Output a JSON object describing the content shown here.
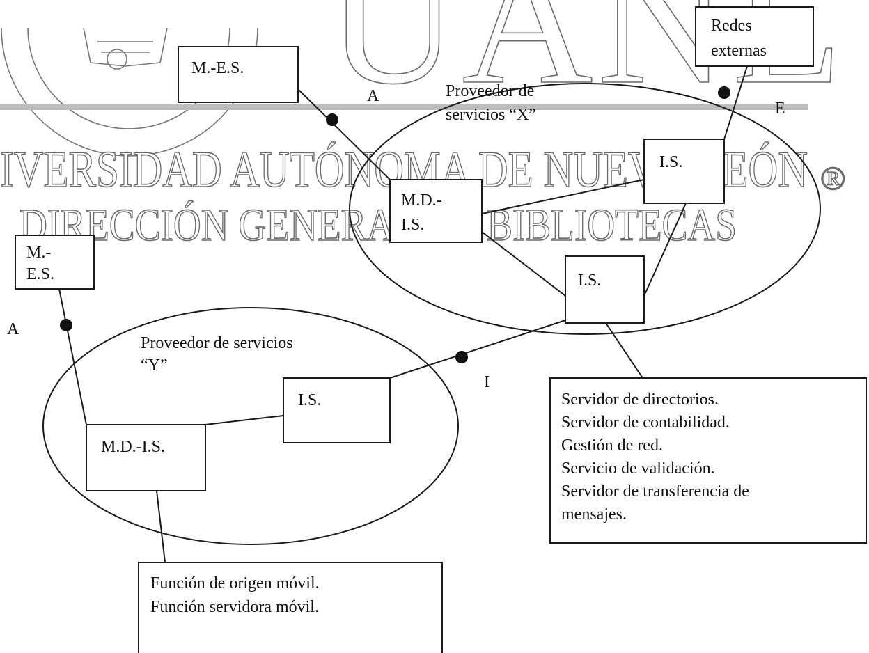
{
  "watermark": {
    "big": "UANL",
    "line1": "IVERSIDAD AUTÓNOMA DE NUEVO LEÓN",
    "line2": "DIRECCIÓN GENERAL DE BIBLIOTECAS",
    "registered": "®"
  },
  "diagram": {
    "nodes": {
      "mes_top": "M.-E.S.",
      "mes_left_1": "M.-",
      "mes_left_2": "E.S.",
      "redes_1": "Redes",
      "redes_2": "externas",
      "mdis_x_1": "M.D.-",
      "mdis_x_2": "I.S.",
      "is_x_top": "I.S.",
      "is_x_bottom": "I.S.",
      "is_y": "I.S.",
      "mdis_y": "M.D.-I.S."
    },
    "providers": {
      "x_1": "Proveedor de",
      "x_2": "servicios “X”",
      "y_1": "Proveedor de servicios",
      "y_2": "“Y”"
    },
    "interfaces": {
      "a_top": "A",
      "a_left": "A",
      "e": "E",
      "i": "I"
    },
    "note_right": [
      "Servidor de directorios.",
      "Servidor de contabilidad.",
      "Gestión de red.",
      "Servicio de validación.",
      "Servidor de transferencia de",
      "mensajes."
    ],
    "note_bottom": [
      "Función de origen móvil.",
      "Función servidora móvil."
    ]
  }
}
